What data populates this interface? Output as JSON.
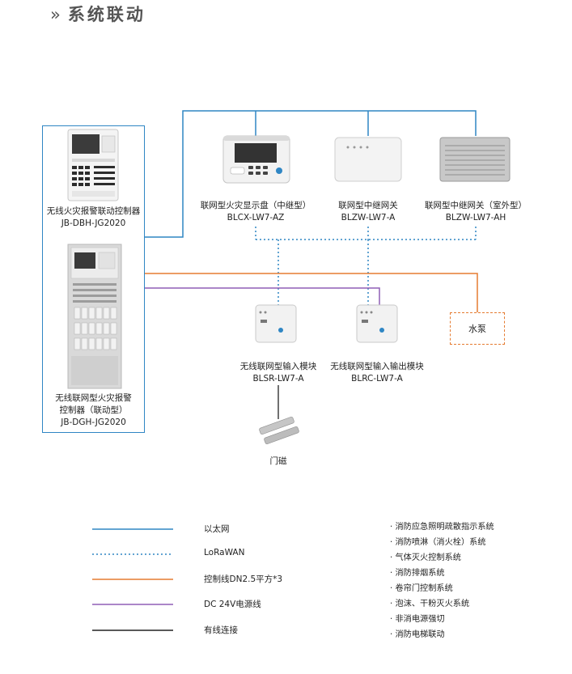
{
  "header": {
    "chevron": "»",
    "title": "系统联动"
  },
  "colors": {
    "ethernet": "#2f86c4",
    "lorawan": "#2f86c4",
    "control_line": "#e57b30",
    "dc24v": "#8f5fb5",
    "wired": "#222222"
  },
  "devices": {
    "linkage_controller": {
      "name": "无线火灾报警联动控制器",
      "model": "JB-DBH-JG2020"
    },
    "network_controller": {
      "line1": "无线联网型火灾报警",
      "line2": "控制器（联动型）",
      "model": "JB-DGH-JG2020"
    },
    "display_panel": {
      "name": "联网型火灾显示盘（中继型）",
      "model": "BLCX-LW7-AZ"
    },
    "gateway": {
      "name": "联网型中继网关",
      "model": "BLZW-LW7-A"
    },
    "outdoor_gateway": {
      "name": "联网型中继网关（室外型）",
      "model": "BLZW-LW7-AH"
    },
    "input_module": {
      "name": "无线联网型输入模块",
      "model": "BLSR-LW7-A"
    },
    "io_module": {
      "name": "无线联网型输入输出模块",
      "model": "BLRC-LW7-A"
    },
    "water_pump": {
      "name": "水泵"
    },
    "door_magnet": {
      "name": "门磁"
    }
  },
  "legend": [
    {
      "label": "以太网",
      "style": "solid",
      "color": "#2f86c4"
    },
    {
      "label": "LoRaWAN",
      "style": "dotted",
      "color": "#2f86c4"
    },
    {
      "label": "控制线DN2.5平方*3",
      "style": "solid",
      "color": "#e57b30"
    },
    {
      "label": "DC 24V电源线",
      "style": "solid",
      "color": "#8f5fb5"
    },
    {
      "label": "有线连接",
      "style": "solid",
      "color": "#222222"
    }
  ],
  "systems": [
    "· 消防应急照明疏散指示系统",
    "· 消防喷淋（消火栓）系统",
    "· 气体灭火控制系统",
    "· 消防排烟系统",
    "· 卷帘门控制系统",
    "· 泡沫、干粉灭火系统",
    "· 非消电源强切",
    "· 消防电梯联动"
  ]
}
